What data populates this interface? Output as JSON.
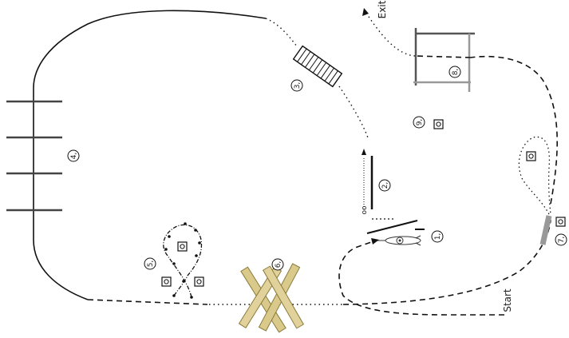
{
  "labels": {
    "exit": "Exit",
    "start": "Start",
    "small_mark": "oo"
  },
  "stations": [
    {
      "id": "s1",
      "number": "1,"
    },
    {
      "id": "s2",
      "number": "2,"
    },
    {
      "id": "s3",
      "number": "3,"
    },
    {
      "id": "s4",
      "number": "4,"
    },
    {
      "id": "s5",
      "number": "5,"
    },
    {
      "id": "s6",
      "number": "6,"
    },
    {
      "id": "s7",
      "number": "7,"
    },
    {
      "id": "s8",
      "number": "8,"
    },
    {
      "id": "s9",
      "number": "9,"
    }
  ],
  "colors": {
    "line": "#111111",
    "gray_obstacle": "#999999",
    "log_fill": "#d9c98a",
    "log_stroke": "#8a7a3a"
  }
}
